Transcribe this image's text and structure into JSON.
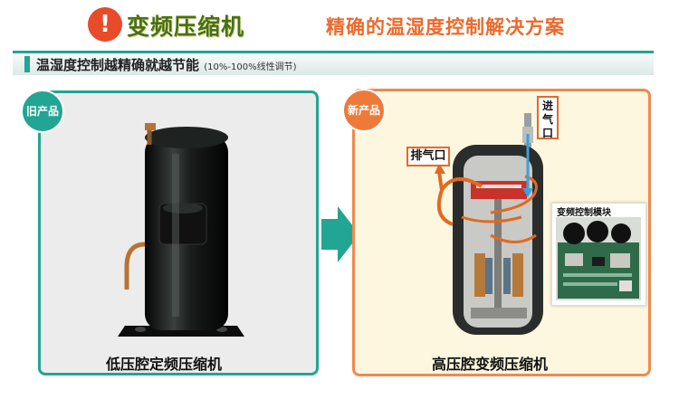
{
  "header": {
    "badge_icon": "!",
    "title": "变频压缩机",
    "subtitle": "精确的温湿度控制解决方案"
  },
  "banner": {
    "text": "温湿度控制越精确就越节能",
    "note": "(10%-100%线性调节)"
  },
  "old_panel": {
    "tag": "旧产品",
    "caption": "低压腔定频压缩机"
  },
  "new_panel": {
    "tag": "新产品",
    "caption": "高压腔变频压缩机",
    "inlet_label": "进气口",
    "exhaust_label": "排气口",
    "module_label": "变频控制模块"
  },
  "colors": {
    "teal": "#22a592",
    "orange": "#ee7a3a",
    "red_badge": "#e84a2a",
    "title_green": "#4e6e12"
  }
}
